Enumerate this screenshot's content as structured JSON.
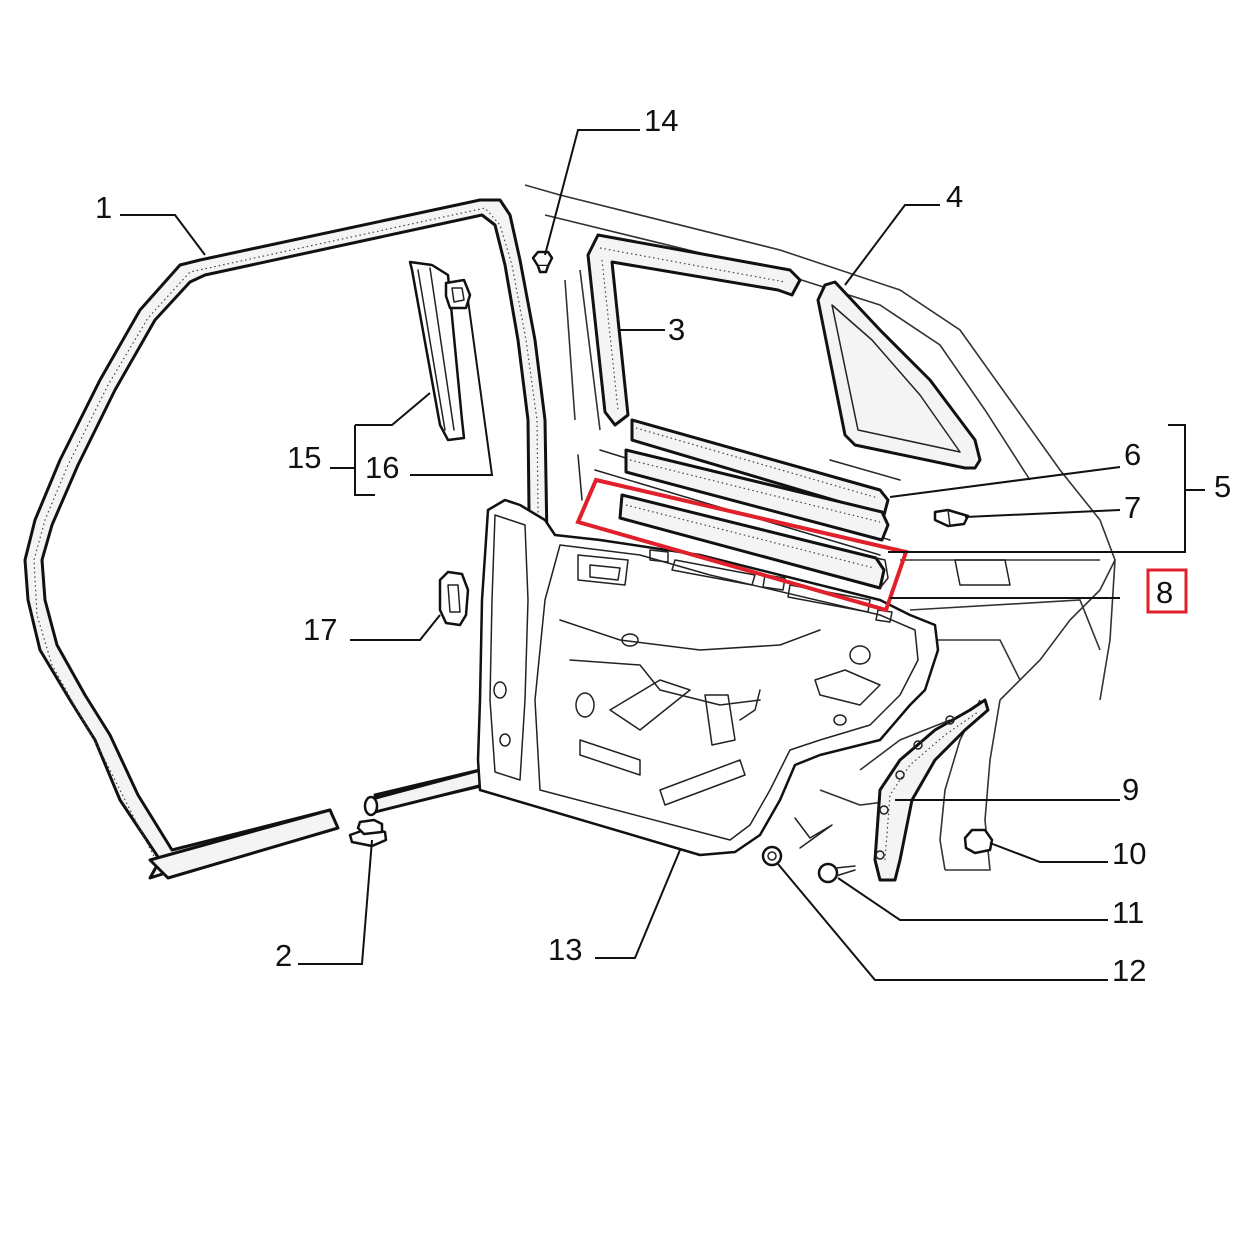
{
  "diagram": {
    "labels": [
      {
        "id": "1",
        "text": "1"
      },
      {
        "id": "2",
        "text": "2"
      },
      {
        "id": "3",
        "text": "3"
      },
      {
        "id": "4",
        "text": "4"
      },
      {
        "id": "5",
        "text": "5"
      },
      {
        "id": "6",
        "text": "6"
      },
      {
        "id": "7",
        "text": "7"
      },
      {
        "id": "8",
        "text": "8"
      },
      {
        "id": "9",
        "text": "9"
      },
      {
        "id": "10",
        "text": "10"
      },
      {
        "id": "11",
        "text": "11"
      },
      {
        "id": "12",
        "text": "12"
      },
      {
        "id": "13",
        "text": "13"
      },
      {
        "id": "14",
        "text": "14"
      },
      {
        "id": "15",
        "text": "15"
      },
      {
        "id": "16",
        "text": "16"
      },
      {
        "id": "17",
        "text": "17"
      }
    ],
    "highlight": {
      "part": "8",
      "color": "#e0202a"
    }
  }
}
